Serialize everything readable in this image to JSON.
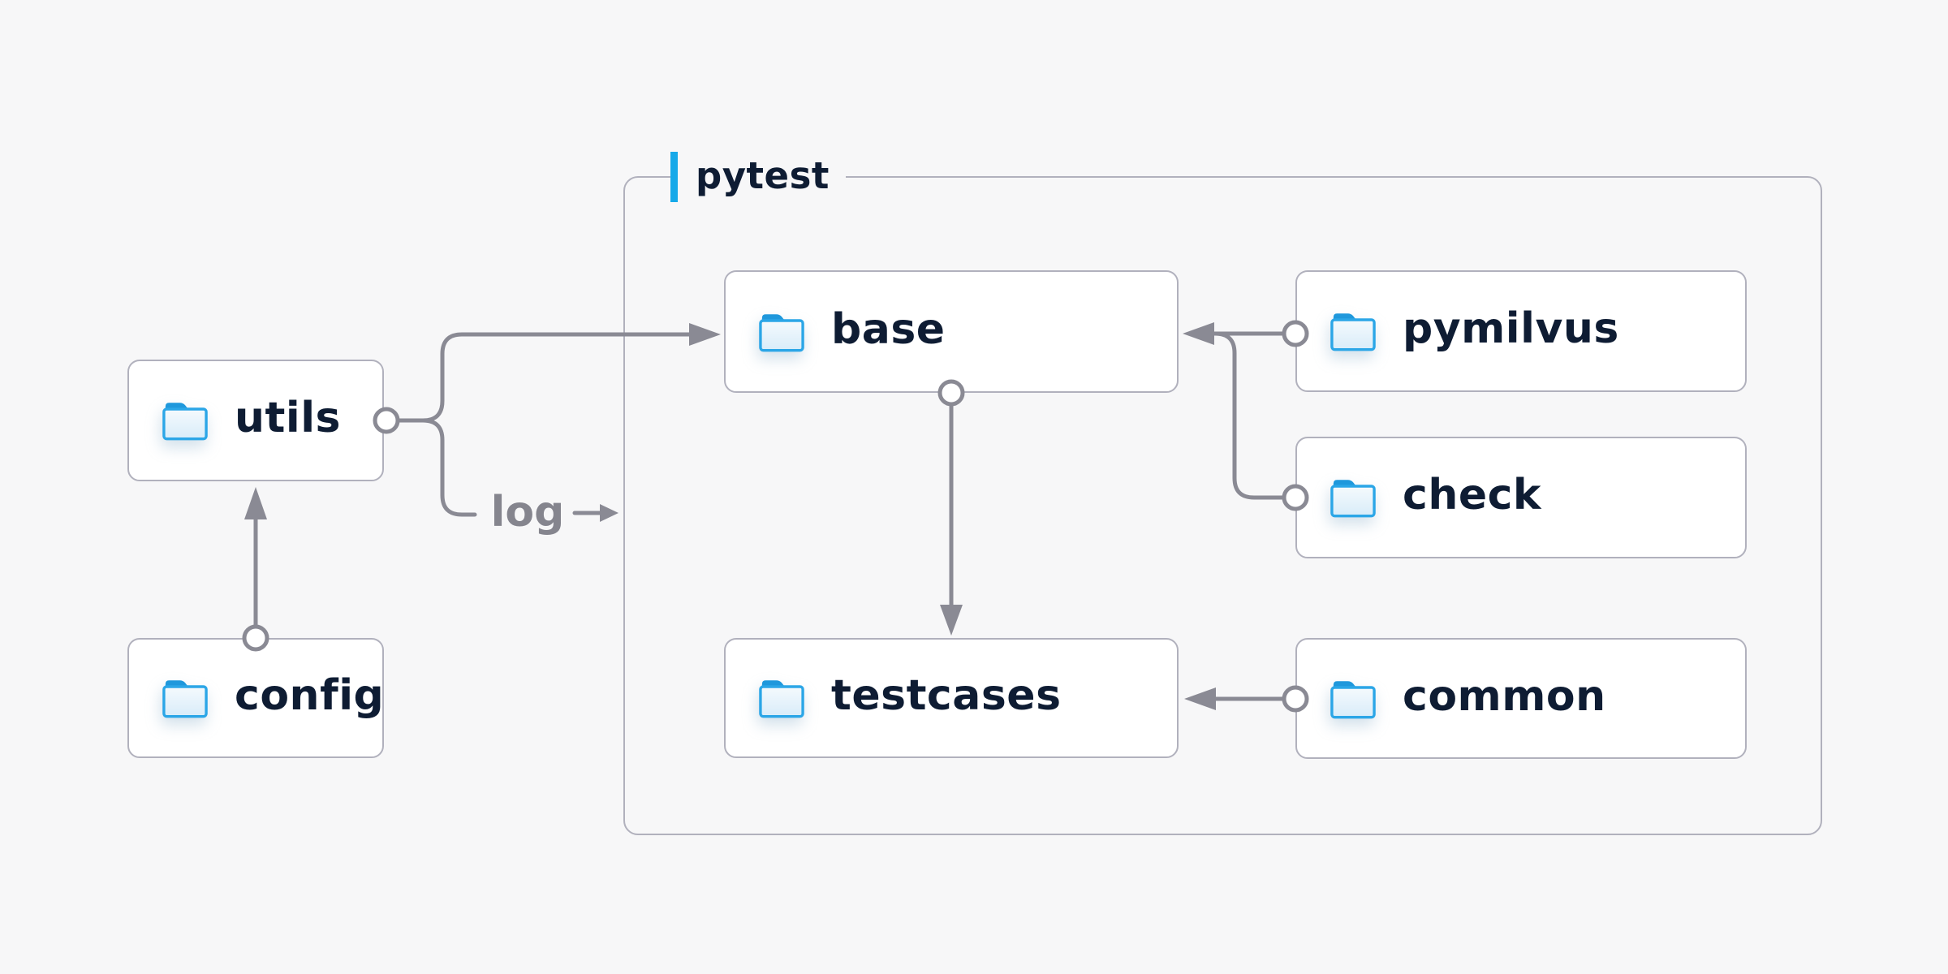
{
  "diagram": {
    "group": {
      "label": "pytest"
    },
    "nodes": [
      {
        "id": "utils",
        "label": "utils"
      },
      {
        "id": "config",
        "label": "config"
      },
      {
        "id": "base",
        "label": "base"
      },
      {
        "id": "testcases",
        "label": "testcases"
      },
      {
        "id": "pymilvus",
        "label": "pymilvus"
      },
      {
        "id": "check",
        "label": "check"
      },
      {
        "id": "common",
        "label": "common"
      }
    ],
    "edge_label": "log",
    "edges": [
      {
        "from": "config",
        "to": "utils"
      },
      {
        "from": "utils",
        "to": "base"
      },
      {
        "from": "utils",
        "to": "log",
        "label": "log"
      },
      {
        "from": "base",
        "to": "testcases"
      },
      {
        "from": "pymilvus",
        "to": "base"
      },
      {
        "from": "check",
        "to": "base"
      },
      {
        "from": "common",
        "to": "testcases"
      }
    ],
    "colors": {
      "background": "#f7f7f8",
      "node_background": "#ffffff",
      "border_gray": "#b1b1bd",
      "connector_gray": "#8a8a94",
      "text_dark": "#0e1c33",
      "text_muted": "#85858e",
      "accent_blue": "#16a9e9",
      "folder_blue": "#2ba6e7",
      "folder_tab_blue": "#1f98dc"
    },
    "icons": {
      "node_icon": "folder-icon"
    }
  }
}
